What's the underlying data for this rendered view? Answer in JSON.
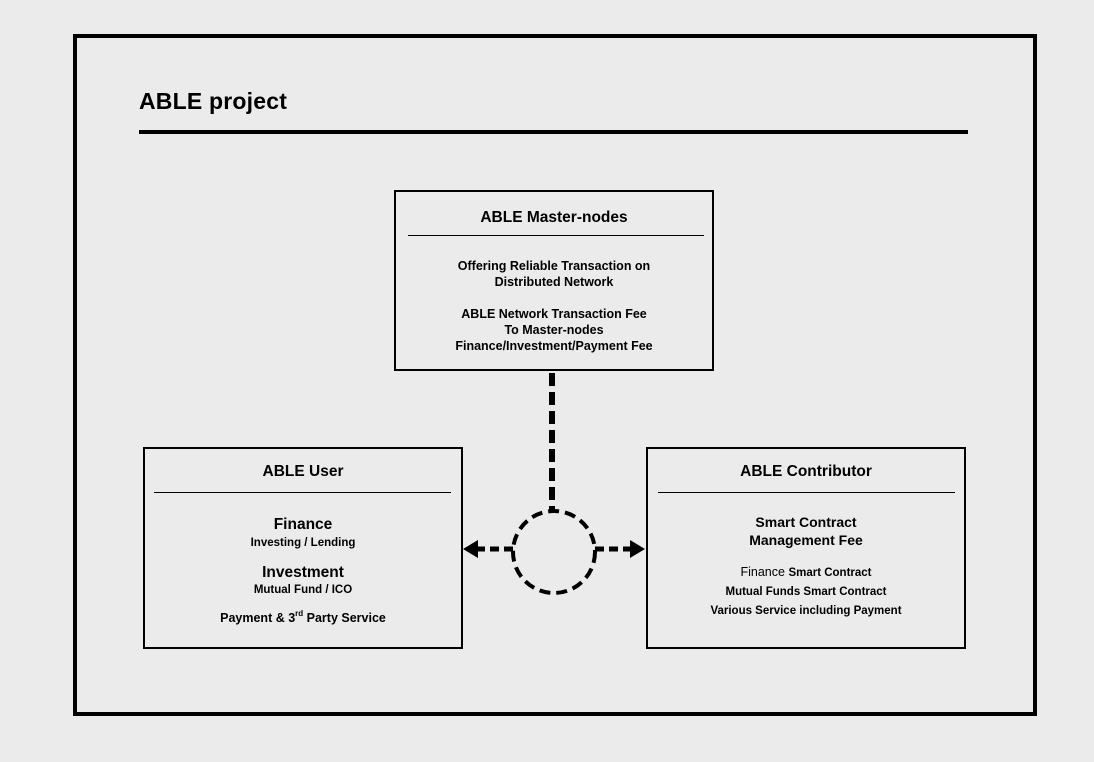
{
  "header": {
    "title": "ABLE project"
  },
  "master_nodes": {
    "title": "ABLE Master-nodes",
    "lines": [
      "Offering Reliable Transaction on",
      "Distributed Network",
      "ABLE Network Transaction Fee",
      "To Master-nodes",
      "Finance/Investment/Payment Fee"
    ]
  },
  "user": {
    "title": "ABLE User",
    "finance_heading": "Finance",
    "finance_detail": "Investing / Lending",
    "investment_heading": "Investment",
    "investment_detail": "Mutual Fund / ICO",
    "payment_prefix": "Payment & 3",
    "payment_superscript": "rd",
    "payment_suffix": " Party Service"
  },
  "contributor": {
    "title": "ABLE Contributor",
    "heading_line1": "Smart Contract",
    "heading_line2": "Management Fee",
    "detail_line1_prefix": "Finance ",
    "detail_line1_suffix": "Smart Contract",
    "detail_line2": "Mutual Funds Smart Contract",
    "detail_line3": "Various Service including Payment"
  },
  "colors": {
    "background": "#ebebeb",
    "ink": "#000000"
  }
}
